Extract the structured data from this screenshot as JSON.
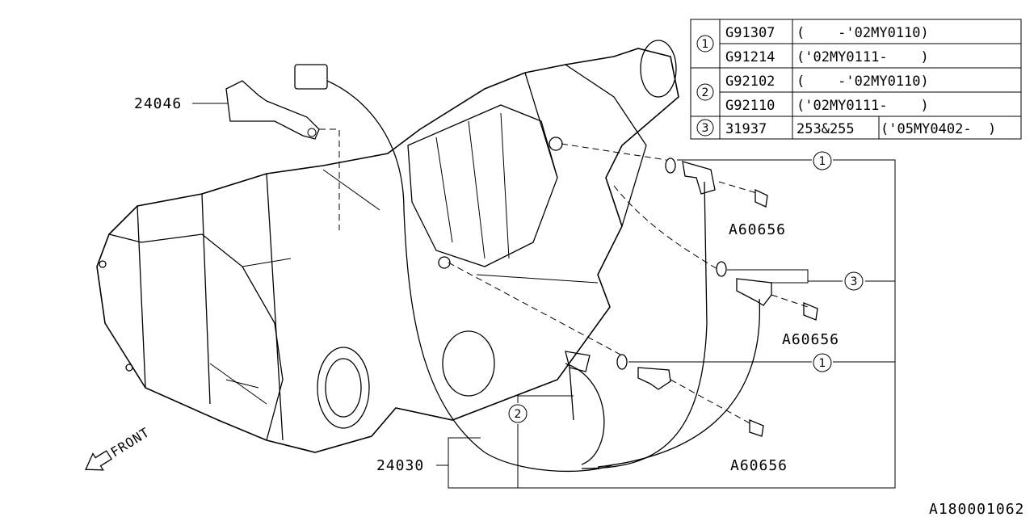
{
  "diagram_id": "A180001062",
  "front_label": "FRONT",
  "parts": {
    "bracket": "24046",
    "harness": "24030",
    "bolt_top": "A60656",
    "bolt_middle": "A60656",
    "bolt_bottom": "A60656"
  },
  "callouts": {
    "sensor_top": "1",
    "sensor_middle": "3",
    "sensor_bottom": "1",
    "harness_connector": "2"
  },
  "table": {
    "groups": [
      {
        "ref": "1",
        "rows": [
          {
            "part": "G91307",
            "applicability": "(    -'02MY0110)"
          },
          {
            "part": "G91214",
            "applicability": "('02MY0111-    )"
          }
        ]
      },
      {
        "ref": "2",
        "rows": [
          {
            "part": "G92102",
            "applicability": "(    -'02MY0110)"
          },
          {
            "part": "G92110",
            "applicability": "('02MY0111-    )"
          }
        ]
      },
      {
        "ref": "3",
        "rows": [
          {
            "part": "31937",
            "model": "253&255",
            "applicability": "('05MY0402-  )"
          }
        ]
      }
    ]
  }
}
